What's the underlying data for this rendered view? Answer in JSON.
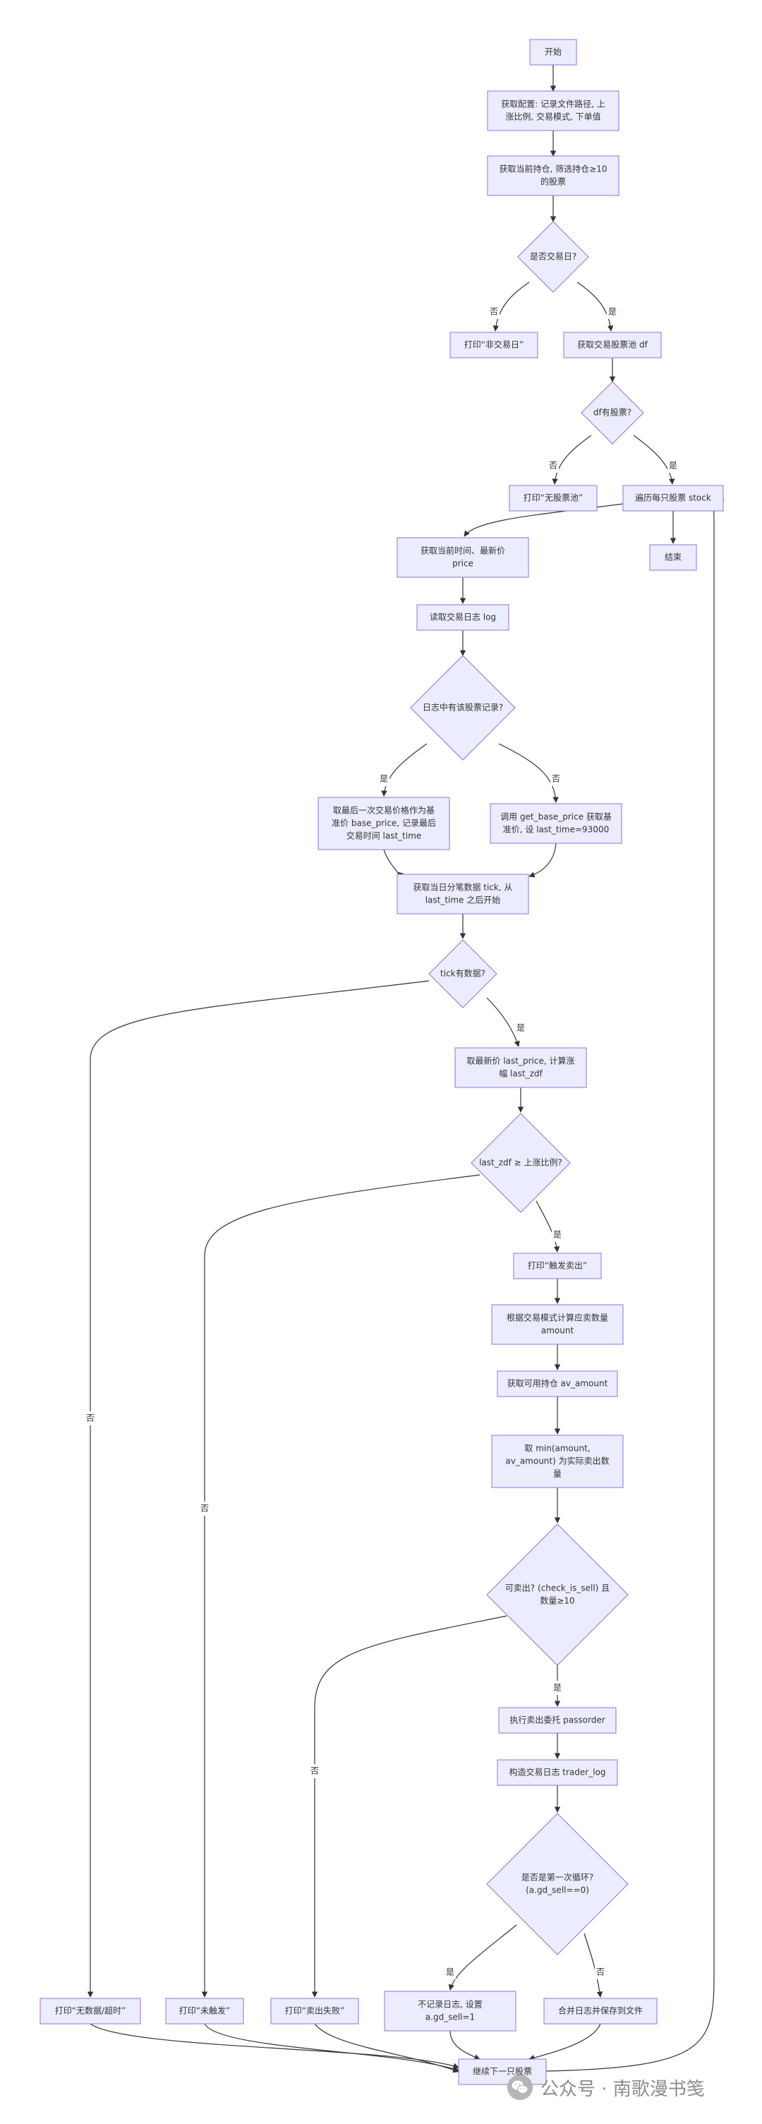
{
  "nodes": {
    "start": "开始",
    "config": [
      "获取配置: 记录文件路径, 上",
      "涨比例, 交易模式, 下单值"
    ],
    "holdings": [
      "获取当前持仓, 筛选持仓≥10",
      "的股票"
    ],
    "is_trade_day": "是否交易日?",
    "not_trade_day": "打印“非交易日”",
    "get_pool": "获取交易股票池 df",
    "df_has_stock": "df有股票?",
    "no_pool": "打印“无股票池”",
    "loop": "遍历每只股票 stock",
    "end": "结束",
    "get_time_price": [
      "获取当前时间、最新价",
      "price"
    ],
    "read_log": "读取交易日志 log",
    "log_has_record": "日志中有该股票记录?",
    "from_log": [
      "取最后一次交易价格作为基",
      "准价 base_price, 记录最后",
      "交易时间 last_time"
    ],
    "call_base": [
      "调用 get_base_price 获取基",
      "准价, 设 last_time=93000"
    ],
    "get_tick": [
      "获取当日分笔数据 tick, 从",
      "last_time 之后开始"
    ],
    "tick_has_data": "tick有数据?",
    "calc_zdf": [
      "取最新价 last_price, 计算涨",
      "幅 last_zdf"
    ],
    "zdf_check": "last_zdf ≥ 上涨比例?",
    "print_trigger": "打印“触发卖出”",
    "calc_amount": [
      "根据交易模式计算应卖数量",
      "amount"
    ],
    "av_amount": "获取可用持仓 av_amount",
    "min_amount": [
      "取 min(amount,",
      "av_amount) 为实际卖出数",
      "量"
    ],
    "can_sell": [
      "可卖出? (check_is_sell) 且",
      "数量≥10"
    ],
    "passorder": "执行卖出委托 passorder",
    "trader_log": "构造交易日志 trader_log",
    "first_loop": [
      "是否是第一次循环?",
      "(a.gd_sell==0)"
    ],
    "no_data": "打印“无数据/超时”",
    "not_triggered": "打印“未触发”",
    "sell_fail": "打印“卖出失败”",
    "no_log": [
      "不记录日志, 设置",
      "a.gd_sell=1"
    ],
    "merge_log": "合并日志并保存到文件",
    "next_stock": "继续下一只股票"
  },
  "edge_labels": {
    "yes": "是",
    "no": "否"
  },
  "watermark": {
    "text": "公众号 · 南歌漫书笺",
    "icon": "wechat-icon"
  },
  "colors": {
    "node_fill": "#ececff",
    "node_stroke": "#9370db",
    "edge": "#333333",
    "text": "#333333"
  }
}
